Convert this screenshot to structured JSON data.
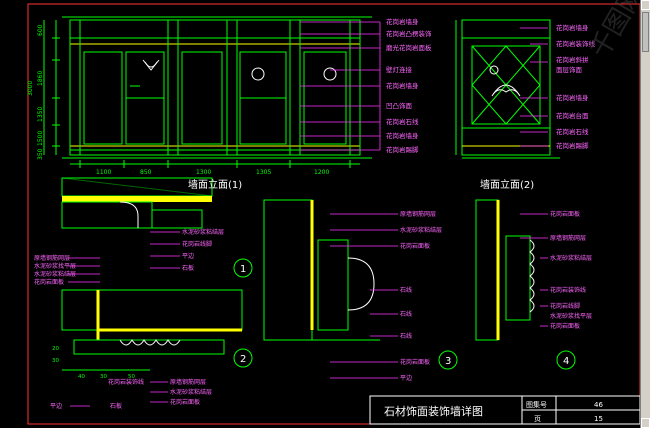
{
  "title_block": {
    "title": "石材饰面装饰墙详图",
    "sheet_label": "图集号",
    "sheet_value": "46",
    "page_label": "页",
    "page_value": "15"
  },
  "elevation1": {
    "caption": "墙面立面(1)",
    "dims_bottom": [
      "1100",
      "850",
      "1300",
      "1305",
      "1200"
    ],
    "dims_left": [
      "600",
      "1860",
      "1350",
      "1500",
      "350"
    ],
    "overall": "3000",
    "callouts": [
      "花岗岩墙身",
      "花岗岩凸楞装饰",
      "磨光花岗岩面板",
      "壁灯连接",
      "花岗岩墙身",
      "凹凸饰面",
      "花岗岩石线",
      "花岗岩墙身",
      "花岗岩踢脚"
    ]
  },
  "elevation2": {
    "caption": "墙面立面(2)",
    "callouts": [
      "花岗岩墙身",
      "花岗岩装饰线",
      "花岗岩斜拼",
      "面层饰面",
      "花岗岩墙身",
      "花岗岩台面",
      "花岗岩石线",
      "花岗岩踢脚"
    ]
  },
  "detail1": {
    "number": "1",
    "labels": [
      "水泥砂浆粘结层",
      "花岗岩线脚",
      "平边",
      "石板",
      "原墙钢筋网层",
      "水泥砂浆找平层",
      "水泥砂浆粘结层",
      "花岗岩面板"
    ]
  },
  "detail2": {
    "number": "2",
    "labels": [
      "花岗岩装饰线",
      "石板",
      "原墙钢筋网层",
      "水泥砂浆粘结层",
      "花岗岩面板",
      "平边"
    ],
    "dims": [
      "20",
      "30",
      "40",
      "30",
      "50"
    ]
  },
  "detail3": {
    "number": "3",
    "labels": [
      "原墙钢筋网层",
      "水泥砂浆粘结层",
      "花岗岩面板",
      "石线",
      "石线",
      "石线",
      "花岗岩面板",
      "平边"
    ]
  },
  "detail4": {
    "number": "4",
    "labels": [
      "花岗岩面板",
      "原墙钢筋网层",
      "水泥砂浆粘结层",
      "花岗岩装饰线",
      "花岗岩线脚",
      "水泥砂浆找平层",
      "花岗岩面板"
    ]
  },
  "watermark": "千图网"
}
